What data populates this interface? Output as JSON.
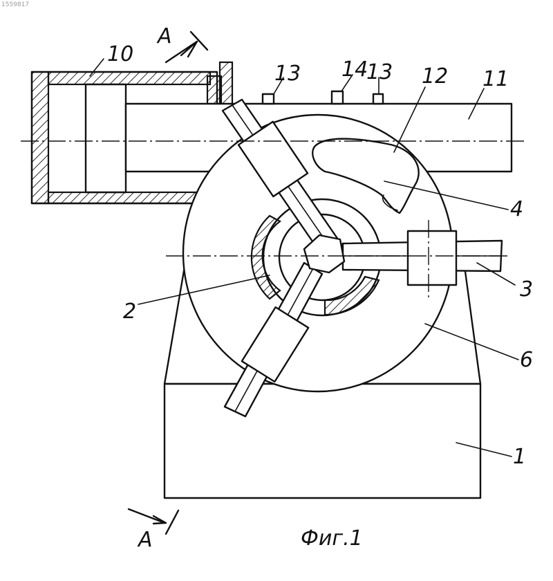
{
  "serial_number": "1559817",
  "figure_caption": "Фиг.1",
  "section_marks": [
    "A",
    "A"
  ],
  "labels": {
    "base": "1",
    "hub": "2",
    "bar": "3",
    "slot": "4",
    "disk": "6",
    "cylinder": "10",
    "rod": "11",
    "cam": "12",
    "stop_left": "13",
    "stop_right": "13",
    "sensor": "14"
  }
}
